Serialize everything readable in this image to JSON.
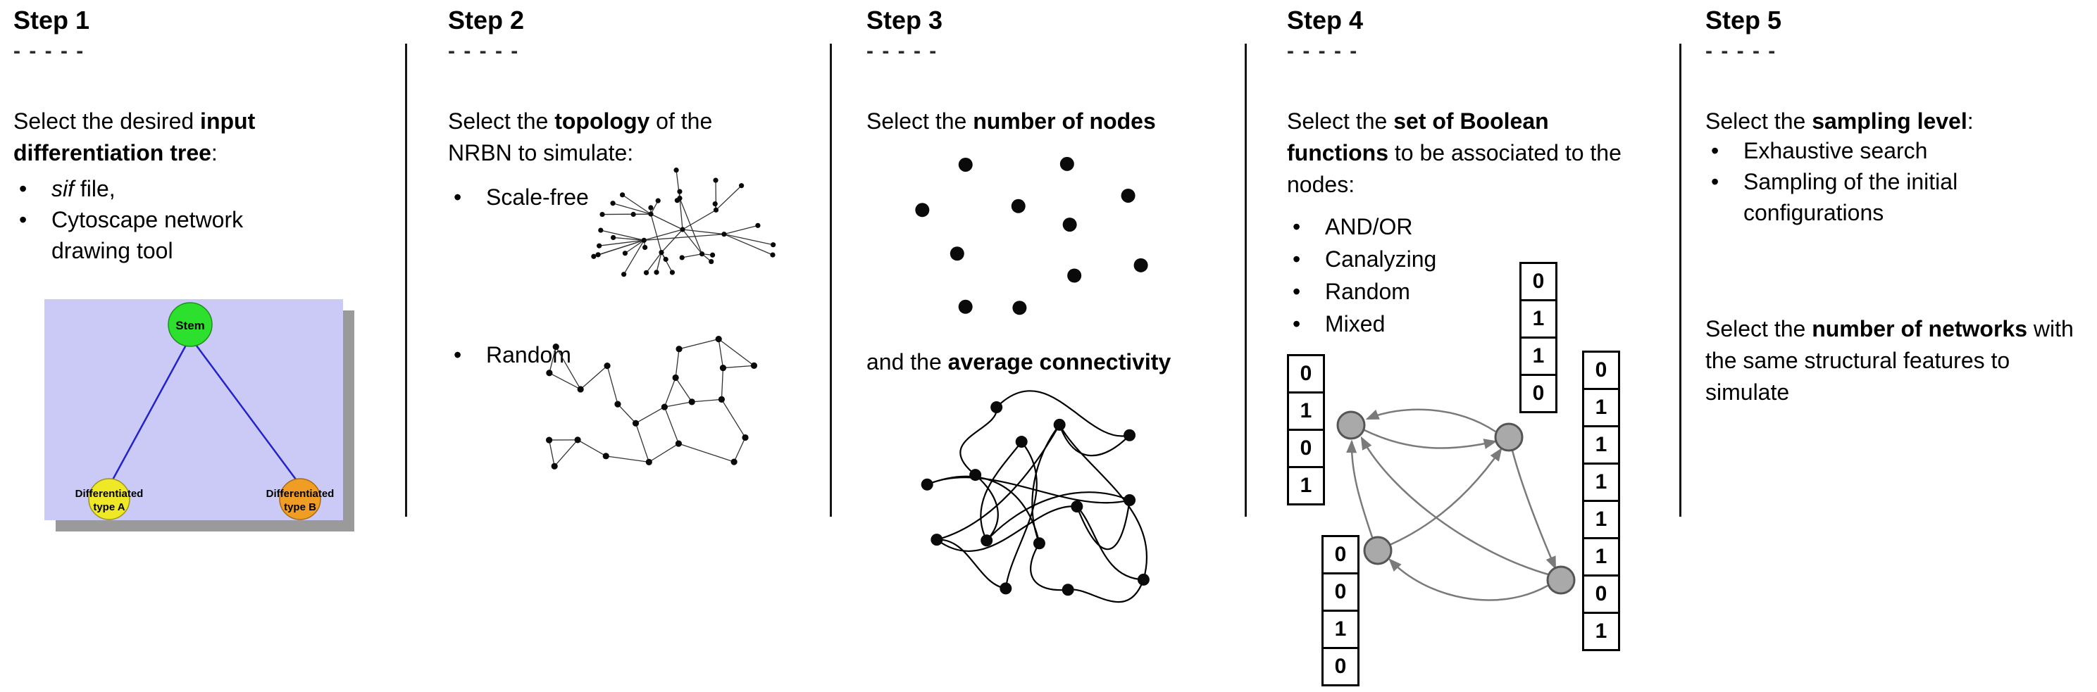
{
  "page": {
    "background": "#ffffff"
  },
  "steps": [
    {
      "title": "Step 1",
      "dashes": "- - - - -",
      "paragraph": [
        {
          "t": "Select the desired "
        },
        {
          "t": "input differentiation tree",
          "b": true
        },
        {
          "t": ":"
        }
      ],
      "bullets": [
        [
          {
            "t": "sif",
            "i": true
          },
          {
            "t": " file,"
          }
        ],
        [
          {
            "t": "Cytoscape network drawing tool"
          }
        ]
      ],
      "figure": {
        "background_color": "#cbcaf7",
        "shadow_color": "#9a9a9a",
        "edge_color": "#2222cc",
        "nodes": {
          "stem": {
            "label": "Stem",
            "color": "#2de02d"
          },
          "type_a": {
            "label_line1": "Differentiated",
            "label_line2": "type A",
            "color": "#efe826"
          },
          "type_b": {
            "label_line1": "Differentiated",
            "label_line2": "type B",
            "color": "#f09d25"
          }
        }
      }
    },
    {
      "title": "Step 2",
      "dashes": "- - - - -",
      "paragraph": [
        {
          "t": "Select the "
        },
        {
          "t": "topology",
          "b": true
        },
        {
          "t": " of the NRBN to simulate:"
        }
      ],
      "bullets": [
        [
          {
            "t": "Scale-free"
          }
        ],
        [
          {
            "t": "Random"
          }
        ]
      ]
    },
    {
      "title": "Step 3",
      "dashes": "- - - - -",
      "paragraph": [
        {
          "t": "Select the "
        },
        {
          "t": "number of nodes",
          "b": true
        }
      ],
      "paragraph2": [
        {
          "t": "and the "
        },
        {
          "t": "average connectivity",
          "b": true
        }
      ]
    },
    {
      "title": "Step 4",
      "dashes": "- - - - -",
      "paragraph": [
        {
          "t": "Select the "
        },
        {
          "t": "set of Boolean functions",
          "b": true
        },
        {
          "t": " to be associated to the nodes:"
        }
      ],
      "bullets": [
        [
          {
            "t": "AND/OR"
          }
        ],
        [
          {
            "t": "Canalyzing"
          }
        ],
        [
          {
            "t": "Random"
          }
        ],
        [
          {
            "t": "Mixed"
          }
        ]
      ],
      "truth_tables": {
        "left": [
          "0",
          "1",
          "0",
          "1"
        ],
        "top": [
          "0",
          "1",
          "1",
          "0"
        ],
        "bottom_left": [
          "0",
          "0",
          "1",
          "0"
        ],
        "right": [
          "0",
          "1",
          "1",
          "1",
          "1",
          "1",
          "0",
          "1"
        ]
      }
    },
    {
      "title": "Step 5",
      "dashes": "- - - - -",
      "paragraph": [
        {
          "t": "Select the "
        },
        {
          "t": "sampling level",
          "b": true
        },
        {
          "t": ":"
        }
      ],
      "bullets": [
        [
          {
            "t": "Exhaustive search"
          }
        ],
        [
          {
            "t": "Sampling of the initial configurations"
          }
        ]
      ],
      "paragraph2": [
        {
          "t": "Select the "
        },
        {
          "t": "number of networks",
          "b": true
        },
        {
          "t": " with the same structural features to simulate"
        }
      ]
    }
  ]
}
